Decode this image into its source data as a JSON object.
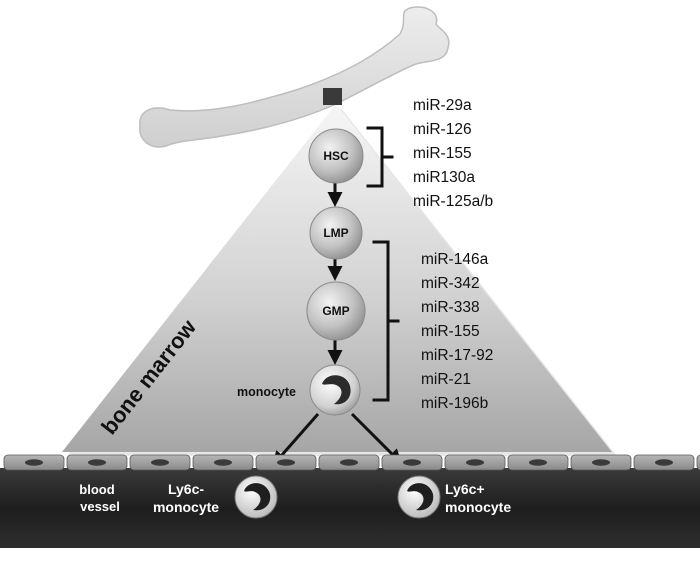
{
  "region_label": "bone marrow",
  "cells": {
    "hsc": "HSC",
    "lmp": "LMP",
    "gmp": "GMP",
    "monocyte": "monocyte"
  },
  "mirna_group_1": [
    "miR-29a",
    "miR-126",
    "miR-155",
    "miR130a",
    "miR-125a/b"
  ],
  "mirna_group_2": [
    "miR-146a",
    "miR-342",
    "miR-338",
    "miR-155",
    "miR-17-92",
    "miR-21",
    "miR-196b"
  ],
  "blood_vessel": {
    "label_line1": "blood",
    "label_line2": "vessel",
    "left_line1": "Ly6c-",
    "left_line2": "monocyte",
    "right_line1": "Ly6c+",
    "right_line2": "monocyte"
  },
  "colors": {
    "cone_top": "#f4f4f4",
    "cone_bottom": "#a9a9a9",
    "vessel": "#2a2a2a",
    "cell_gray": "#b4b4b4",
    "bone": "#e2e2e2"
  }
}
